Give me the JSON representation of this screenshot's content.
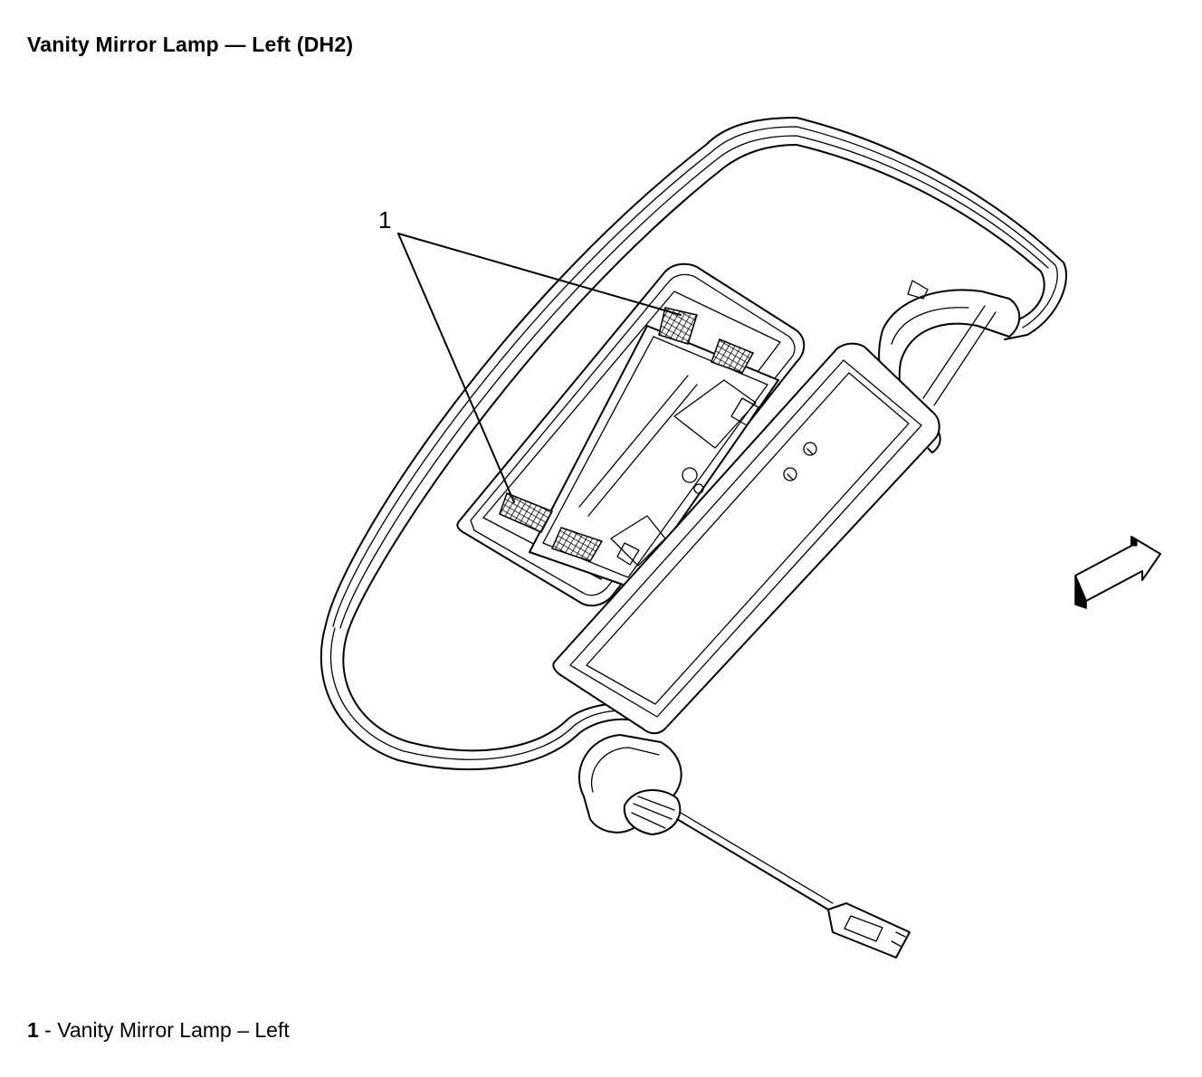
{
  "title": "Vanity Mirror Lamp — Left (DH2)",
  "callouts": [
    {
      "number": "1"
    }
  ],
  "legend": [
    {
      "number": "1",
      "separator": " - ",
      "label": "Vanity Mirror Lamp – Left"
    }
  ],
  "icons": {
    "direction_arrow": "front-direction-arrow-icon"
  }
}
